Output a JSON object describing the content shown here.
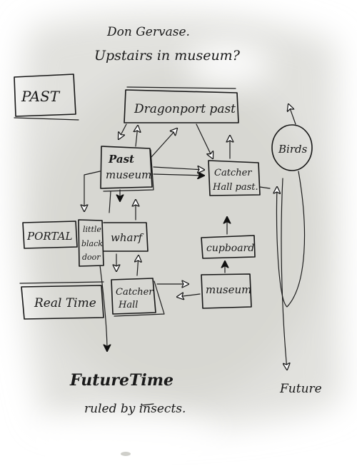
{
  "notes": {
    "line1": "Don Gervase.",
    "line2": "Upstairs in museum?"
  },
  "zones": {
    "past": "PAST",
    "portal": "PORTAL",
    "real_time": "Real Time",
    "future_time": "FutureTime",
    "future_subtitle": "ruled by insects.",
    "future_right": "Future"
  },
  "nodes": {
    "dragonport_past": "Dragonport past",
    "past_museum": [
      "Past",
      "museum"
    ],
    "catcher_hall_past": [
      "Catcher",
      "Hall past."
    ],
    "little_black_door": [
      "little",
      "black",
      "door"
    ],
    "wharf": "wharf",
    "cupboard": "cupboard",
    "catcher_hall": [
      "Catcher",
      "Hall"
    ],
    "museum": "museum",
    "birds": "Birds"
  },
  "colors": {
    "ink": "#1a1a1a",
    "paper_smudge": "#d6d6d2"
  }
}
